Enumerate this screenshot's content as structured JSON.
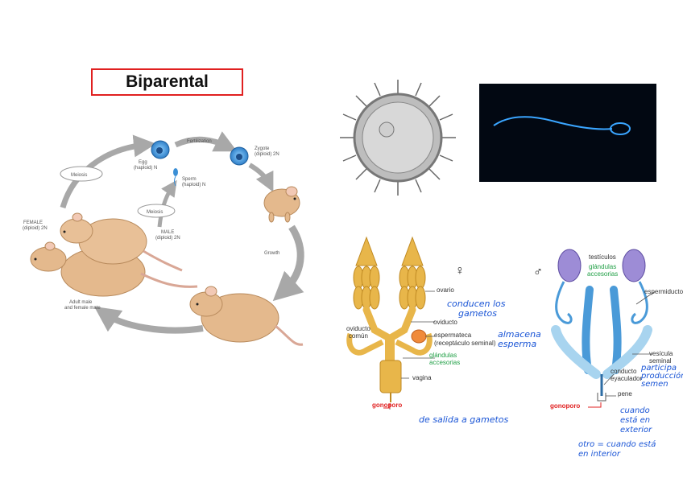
{
  "title": "Biparental",
  "lifecycle": {
    "fertilization": "Fertilization",
    "egg_line1": "Egg",
    "egg_line2": "(haploid) N",
    "zygote_line1": "Zygote",
    "zygote_line2": "(diploid) 2N",
    "meiosis_female": "Meiosis",
    "meiosis_male": "Meiosis",
    "sperm_line1": "Sperm",
    "sperm_line2": "(haploid) N",
    "female_line1": "FEMALE",
    "female_line2": "(diploid) 2N",
    "male_line1": "MALE",
    "male_line2": "(diploid) 2N",
    "growth": "Growth",
    "adult_line1": "Adult male",
    "adult_line2": "and female mate"
  },
  "female_system": {
    "symbol": "♀",
    "ovario": "ovario",
    "oviducto": "oviducto",
    "oviducto_comun_line1": "oviducto",
    "oviducto_comun_line2": "común",
    "espermateca_line1": "espermateca",
    "espermateca_line2": "(receptáculo seminal)",
    "glandulas_line1": "glándulas",
    "glandulas_line2": "accesorias",
    "vagina": "vagina",
    "gonoporo": "gonoporo",
    "note_gametos_line1": "conducen los",
    "note_gametos_line2": "gametos",
    "note_esperma_line1": "almacena",
    "note_esperma_line2": "esperma",
    "note_salida": "de salida a gametos"
  },
  "male_system": {
    "symbol": "♂",
    "testiculos": "testículos",
    "glandulas_line1": "glándulas",
    "glandulas_line2": "accesorias",
    "espermiducto": "espermiducto",
    "vesicula_line1": "vesícula",
    "vesicula_line2": "seminal",
    "conducto_line1": "conducto",
    "conducto_line2": "eyaculador",
    "pene": "pene",
    "gonoporo": "gonoporo",
    "note_produccion_line1": "participa",
    "note_produccion_line2": "producción",
    "note_produccion_line3": "semen",
    "note_exterior_line1": "cuando",
    "note_exterior_line2": "está en",
    "note_exterior_line3": "exterior",
    "note_interior_line1": "otro = cuando está",
    "note_interior_line2": "en interior"
  },
  "colors": {
    "title_border": "#e02020",
    "annotation_blue": "#1a55d6",
    "gonoporo_red": "#e02020",
    "glandulas_green": "#22a047",
    "male_blue": "#4a9ad8",
    "female_gold": "#e8b64a"
  }
}
